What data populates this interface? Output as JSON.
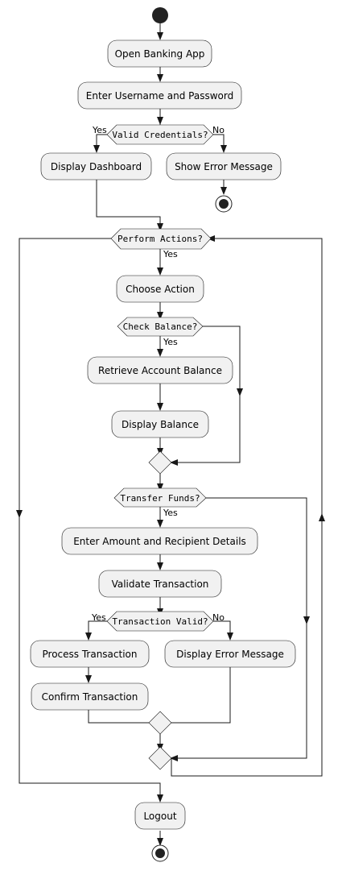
{
  "nodes": {
    "open_app": "Open Banking App",
    "enter_credentials": "Enter Username and Password",
    "display_dashboard": "Display Dashboard",
    "show_error": "Show Error Message",
    "choose_action": "Choose Action",
    "retrieve_balance": "Retrieve Account Balance",
    "display_balance": "Display Balance",
    "enter_amount": "Enter Amount and Recipient Details",
    "validate_transaction": "Validate Transaction",
    "process_transaction": "Process Transaction",
    "display_error": "Display Error Message",
    "confirm_transaction": "Confirm Transaction",
    "logout": "Logout"
  },
  "decisions": {
    "valid_credentials": "Valid Credentials?",
    "perform_actions": "Perform Actions?",
    "check_balance": "Check Balance?",
    "transfer_funds": "Transfer Funds?",
    "transaction_valid": "Transaction Valid?"
  },
  "labels": {
    "yes": "Yes",
    "no": "No"
  }
}
